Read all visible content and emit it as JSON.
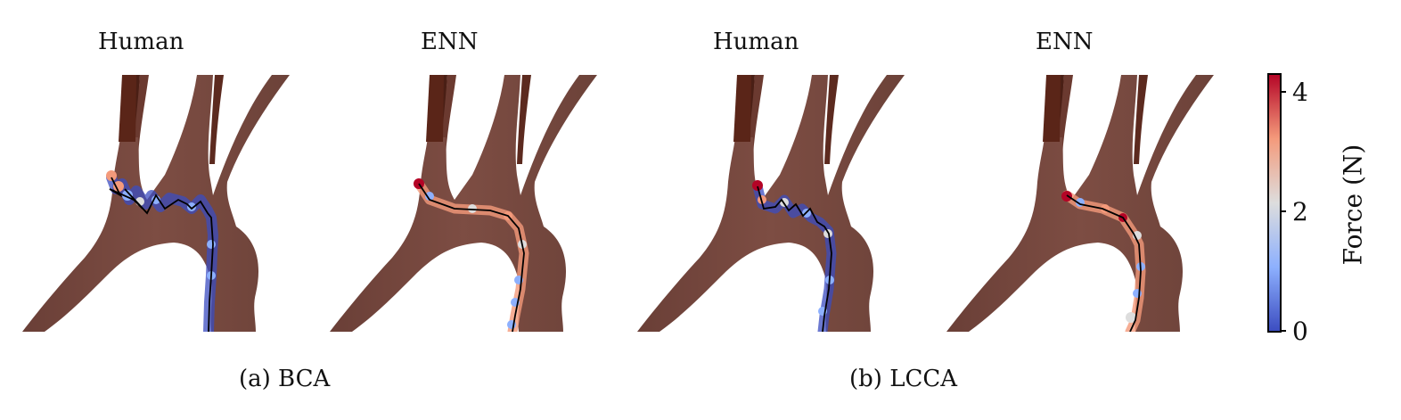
{
  "panels": [
    {
      "title": "Human"
    },
    {
      "title": "ENN"
    },
    {
      "title": "Human"
    },
    {
      "title": "ENN"
    }
  ],
  "captions": {
    "a": "(a) BCA",
    "b": "(b) LCCA"
  },
  "colorbar": {
    "label": "Force (N)",
    "ticks": [
      "0",
      "2",
      "4"
    ],
    "min": 0,
    "max": 4.3,
    "colors": [
      "#3b4cc0",
      "#8db0fe",
      "#dddddd",
      "#f49a7b",
      "#b40426"
    ]
  },
  "vessel_color": "#774a40"
}
